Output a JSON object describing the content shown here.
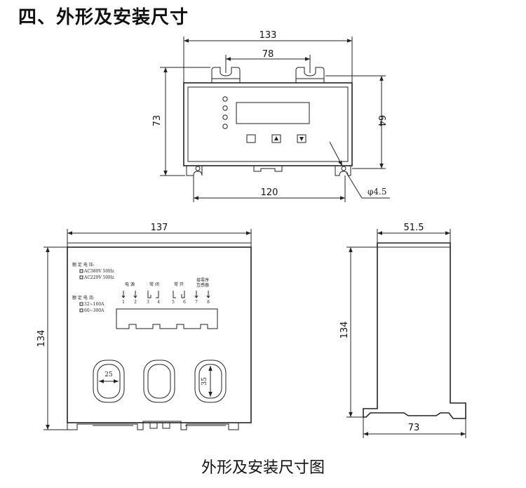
{
  "heading": "四、外形及安装尺寸",
  "caption": "外形及安装尺寸图",
  "top_view": {
    "dim_width": "133",
    "dim_slot_spacing": "78",
    "dim_height": "73",
    "dim_inner_height": "64",
    "dim_bottom_spacing": "120",
    "dim_hole": "φ4.5"
  },
  "front_view": {
    "dim_width": "137",
    "dim_height": "134",
    "rated_voltage_label": "额 定 电 压:",
    "voltage_options": [
      "AC380V 50Hz",
      "AC220V 50Hz"
    ],
    "rated_current_label": "额 定 电 流:",
    "current_options": [
      "32~160A",
      "60~300A"
    ],
    "terminal_groups": [
      "电 源",
      "常 闭",
      "常 开",
      "接零序\n互感器"
    ],
    "terminal_numbers": [
      "1",
      "2",
      "3",
      "4",
      "5",
      "6",
      "7",
      "8"
    ],
    "hole_dim_width": "25",
    "hole_dim_height": "35"
  },
  "side_view": {
    "dim_depth": "51.5",
    "dim_height": "134",
    "dim_base": "73"
  }
}
